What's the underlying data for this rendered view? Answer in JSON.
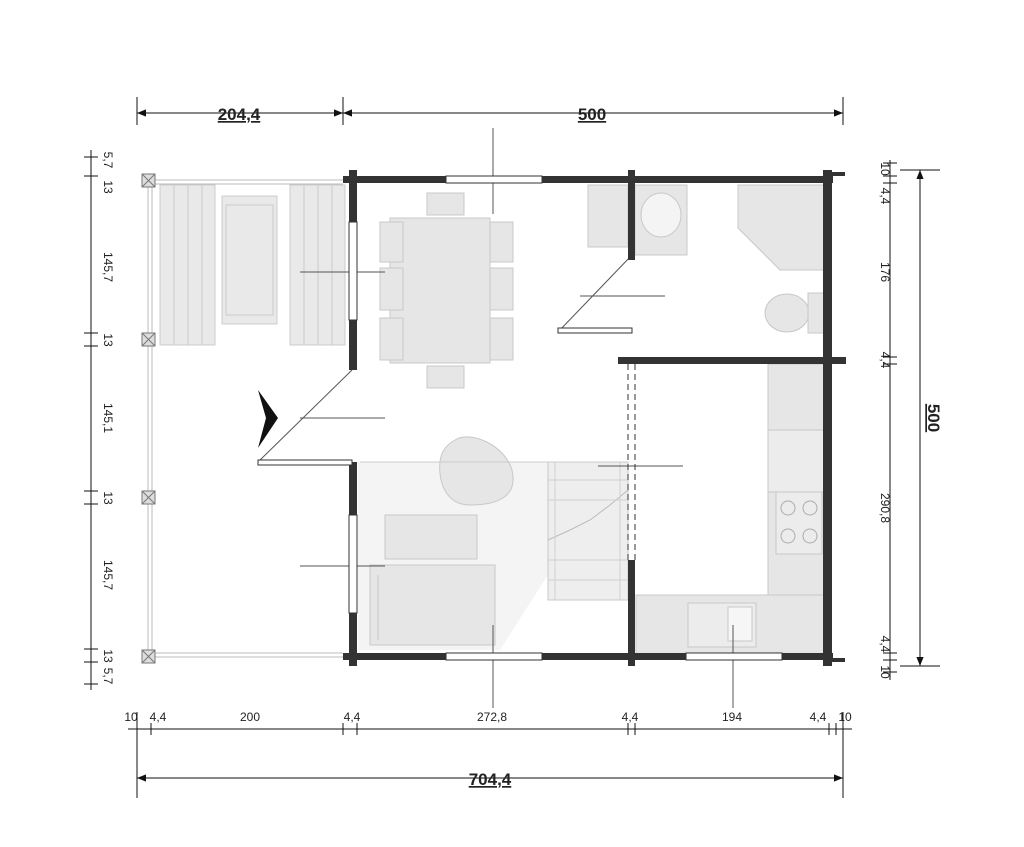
{
  "dimensions": {
    "top": {
      "left_width": "204,4",
      "right_width": "500"
    },
    "bottom": {
      "segments": [
        "10",
        "4,4",
        "200",
        "4,4",
        "272,8",
        "4,4",
        "194",
        "4,4",
        "10"
      ],
      "total": "704,4"
    },
    "left": [
      "5,7",
      "13",
      "145,7",
      "13",
      "145,1",
      "13",
      "145,7",
      "13",
      "5,7"
    ],
    "right": [
      "10",
      "4,4",
      "176",
      "4,4",
      "290,8",
      "4,4",
      "10"
    ],
    "right_total": "500"
  },
  "colors": {
    "wall": "#333333",
    "furniture": "#e6e6e6",
    "furniture_stroke": "#c8c8c8",
    "line": "#555555"
  }
}
